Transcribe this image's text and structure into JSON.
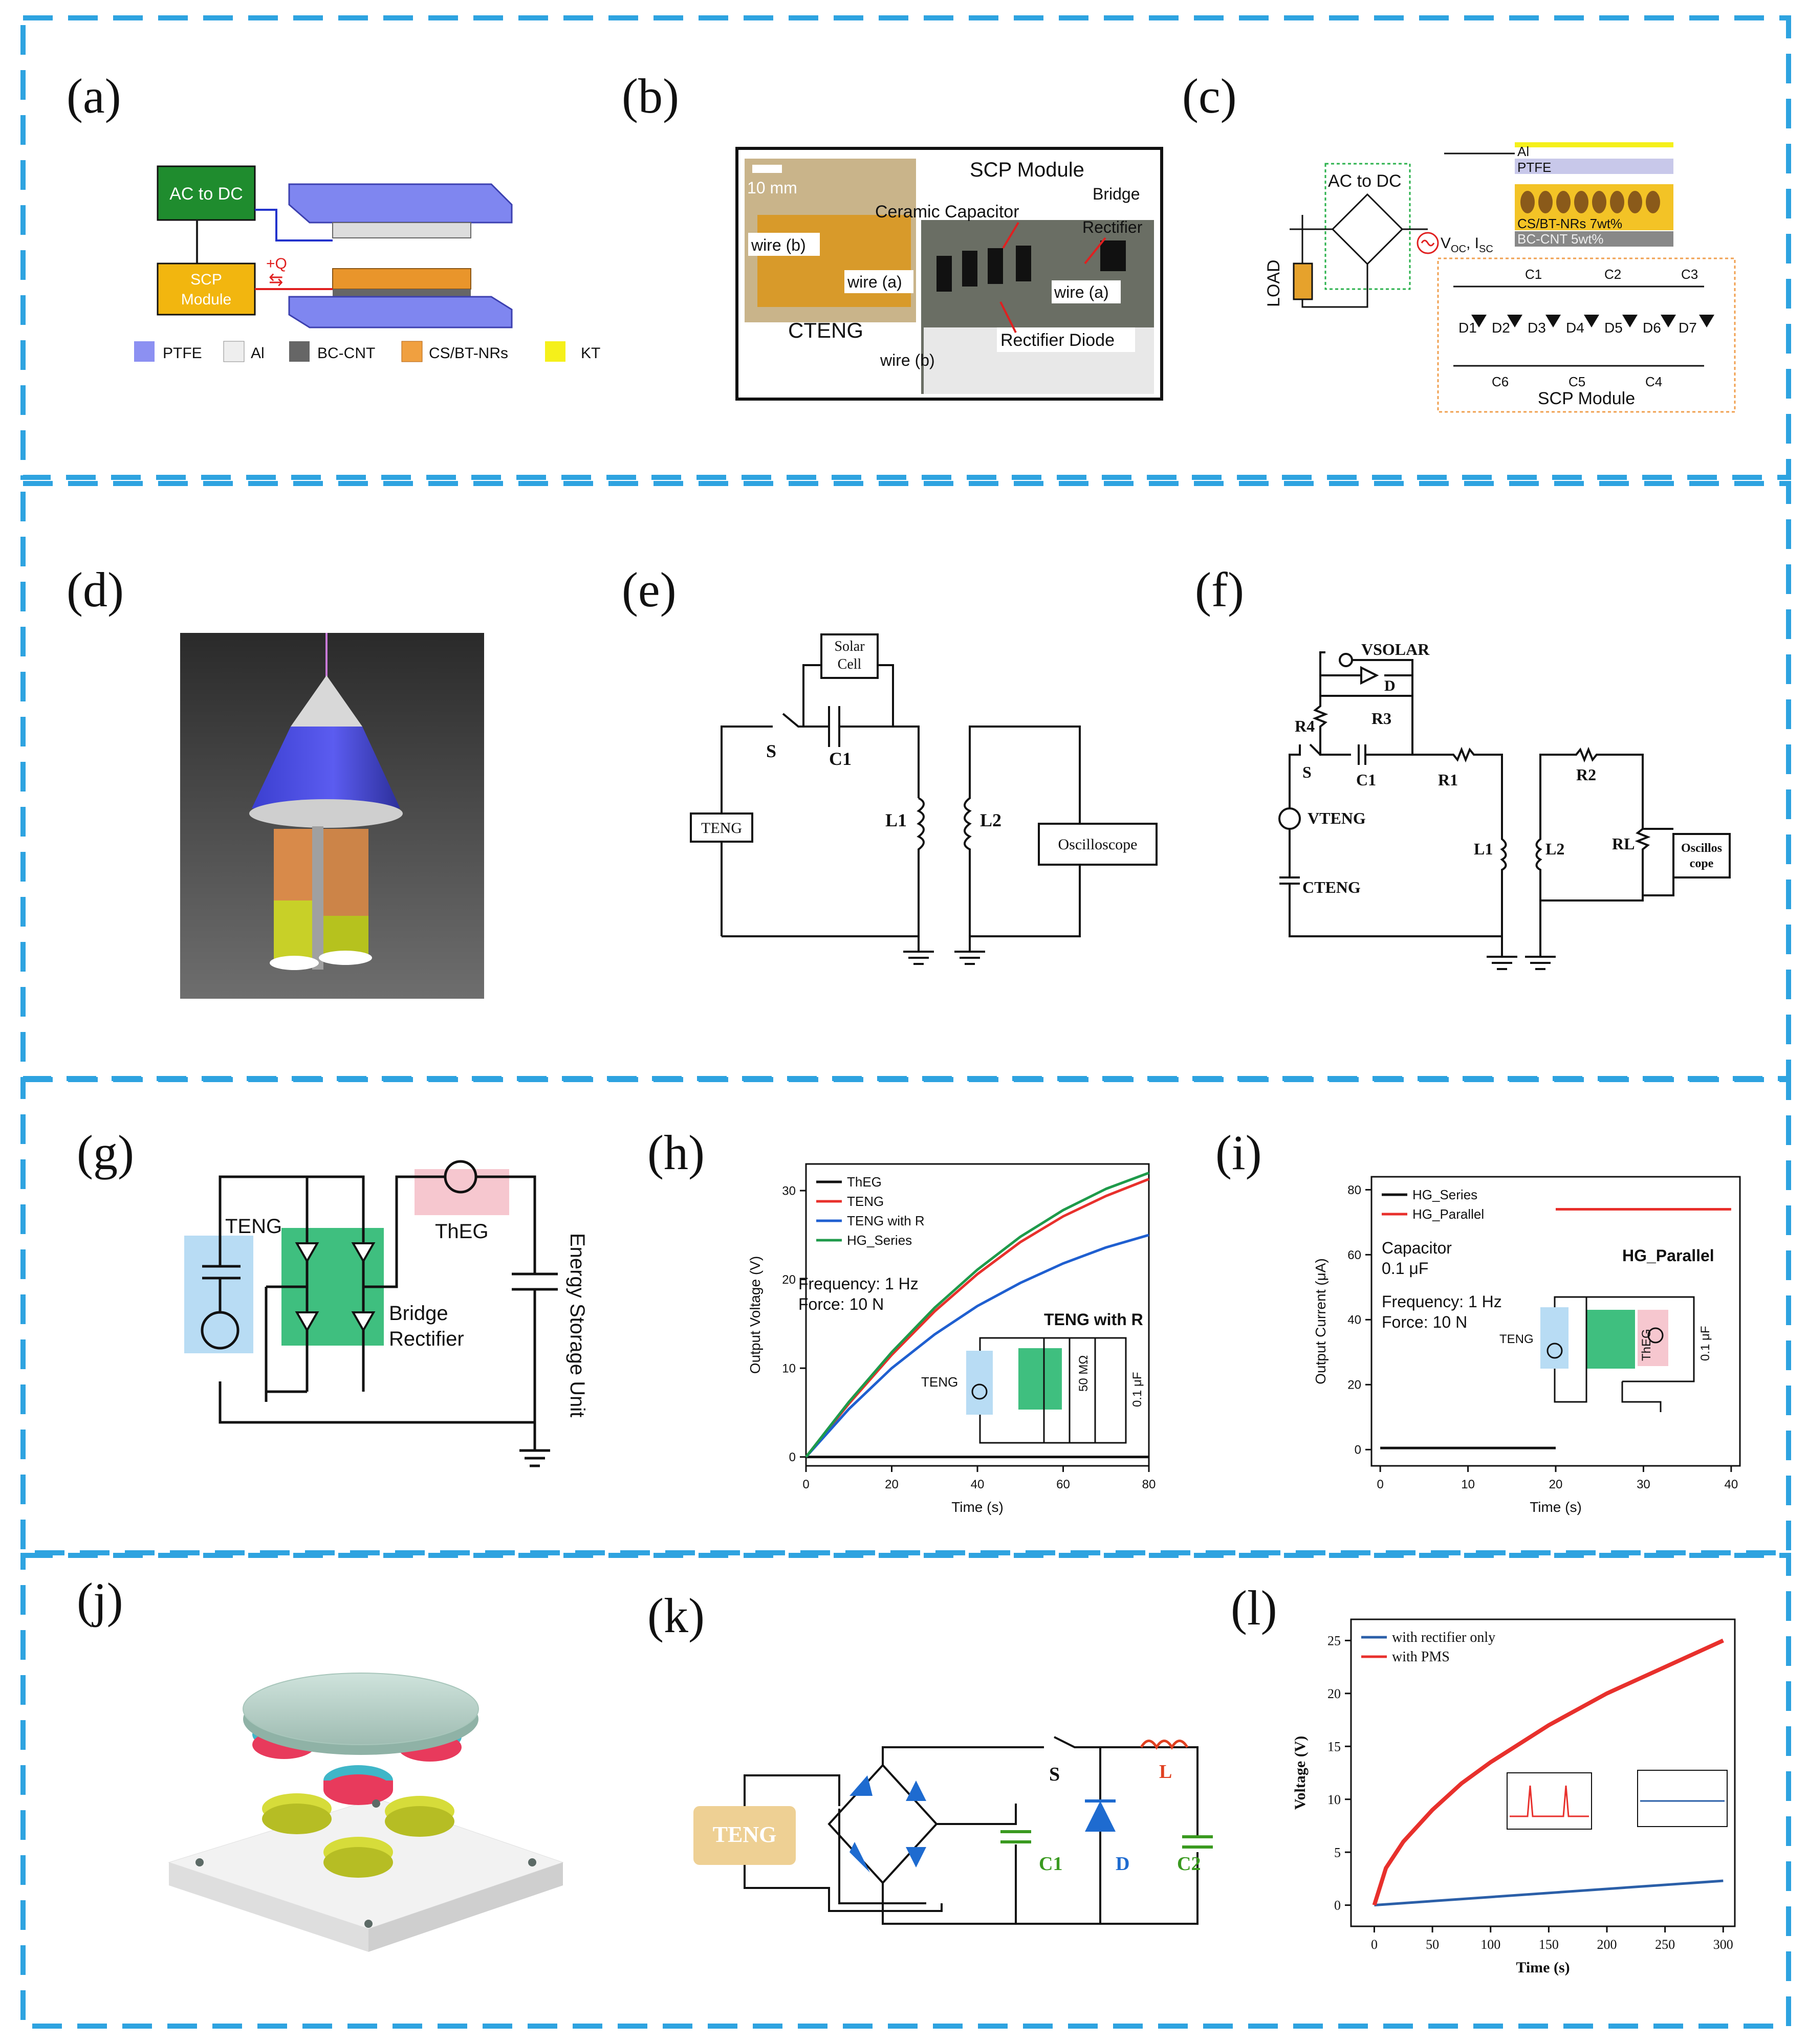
{
  "panels": {
    "a": {
      "label": "(a)",
      "ac_dc": "AC to DC",
      "scp_line1": "SCP",
      "scp_line2": "Module",
      "charge": "+Q",
      "legend": [
        "PTFE",
        "Al",
        "BC-CNT",
        "CS/BT-NRs",
        "KT"
      ]
    },
    "b": {
      "label": "(b)",
      "scale": "10 mm",
      "scp_module": "SCP Module",
      "ceramic": "Ceramic Capacitor",
      "bridge": "Bridge",
      "rectifier": "Rectifier",
      "wire_b1": "wire (b)",
      "wire_a1": "wire (a)",
      "cteng": "CTENG",
      "wire_a2": "wire (a)",
      "wire_b2": "wire (b)",
      "diode": "Rectifier Diode"
    },
    "c": {
      "label": "(c)",
      "ac_dc": "AC to DC",
      "load": "LOAD",
      "voc": "V",
      "voc_sub": "OC",
      "isc": ", I",
      "isc_sub": "SC",
      "al": "Al",
      "ptfe": "PTFE",
      "csbt": "CS/BT-NRs 7wt%",
      "bccnt": "BC-CNT 5wt%",
      "caps_top": [
        "C1",
        "C2",
        "C3"
      ],
      "diodes": [
        "D1",
        "D2",
        "D3",
        "D4",
        "D5",
        "D6",
        "D7"
      ],
      "caps_bottom": [
        "C6",
        "C5",
        "C4"
      ],
      "scp": "SCP Module"
    },
    "d": {
      "label": "(d)"
    },
    "e": {
      "label": "(e)",
      "solar_line1": "Solar",
      "solar_line2": "Cell",
      "s": "S",
      "c1": "C1",
      "teng": "TENG",
      "l1": "L1",
      "l2": "L2",
      "osc": "Oscilloscope"
    },
    "f": {
      "label": "(f)",
      "vsolar": "VSOLAR",
      "d": "D",
      "r3": "R3",
      "r4": "R4",
      "s": "S",
      "c1": "C1",
      "r1": "R1",
      "vteng": "VTENG",
      "l1": "L1",
      "cteng": "CTENG",
      "r2": "R2",
      "l2": "L2",
      "rl": "RL",
      "osc_line1": "Oscillos",
      "osc_line2": "cope"
    },
    "g": {
      "label": "(g)",
      "teng": "TENG",
      "theg": "ThEG",
      "bridge": "Bridge",
      "rectifier": "Rectifier",
      "storage": "Energy Storage Unit"
    },
    "h": {
      "label": "(h)",
      "freq": "Frequency: 1 Hz",
      "force": "Force: 10 N",
      "inset_title": "TENG with R",
      "teng": "TENG",
      "res": "50 MΩ",
      "cap": "0.1 μF"
    },
    "i": {
      "label": "(i)",
      "cap_line1": "Capacitor",
      "cap_line2": "0.1 μF",
      "freq": "Frequency: 1 Hz",
      "force": "Force: 10 N",
      "inset_title": "HG_Parallel",
      "teng": "TENG",
      "theg": "ThEG",
      "cap": "0.1 μF"
    },
    "j": {
      "label": "(j)"
    },
    "k": {
      "label": "(k)",
      "teng": "TENG",
      "s": "S",
      "l": "L",
      "c1": "C1",
      "d": "D",
      "c2": "C2"
    },
    "l": {
      "label": "(l)"
    }
  },
  "chart_data": [
    {
      "type": "line",
      "panel": "h",
      "xlabel": "Time (s)",
      "ylabel": "Output Voltage (V)",
      "xlim": [
        0,
        80
      ],
      "ylim": [
        -1,
        33
      ],
      "xticks": [
        0,
        20,
        40,
        60,
        80
      ],
      "yticks": [
        0,
        10,
        20,
        30
      ],
      "series": [
        {
          "name": "ThEG",
          "color": "#111111",
          "x": [
            0,
            80
          ],
          "y": [
            0,
            0
          ]
        },
        {
          "name": "TENG",
          "color": "#e8302c",
          "x": [
            0,
            10,
            20,
            30,
            40,
            50,
            60,
            70,
            80
          ],
          "y": [
            0,
            6,
            11.5,
            16.4,
            20.6,
            24.2,
            27.1,
            29.4,
            31.3
          ]
        },
        {
          "name": "TENG with R",
          "color": "#1f5fd0",
          "x": [
            0,
            10,
            20,
            30,
            40,
            50,
            60,
            70,
            80
          ],
          "y": [
            0,
            5.4,
            10,
            13.8,
            17,
            19.6,
            21.8,
            23.6,
            25
          ]
        },
        {
          "name": "HG_Series",
          "color": "#1e9a4a",
          "x": [
            0,
            10,
            20,
            30,
            40,
            50,
            60,
            70,
            80
          ],
          "y": [
            0,
            6.2,
            11.8,
            16.8,
            21.1,
            24.8,
            27.8,
            30.2,
            32
          ]
        }
      ]
    },
    {
      "type": "line",
      "panel": "i",
      "xlabel": "Time (s)",
      "ylabel": "Output Current (μA)",
      "xlim": [
        -1,
        41
      ],
      "ylim": [
        -5,
        84
      ],
      "xticks": [
        0,
        10,
        20,
        30,
        40
      ],
      "yticks": [
        0,
        20,
        40,
        60,
        80
      ],
      "series": [
        {
          "name": "HG_Series",
          "color": "#111111",
          "x": [
            0,
            20
          ],
          "y": [
            0.5,
            0.5
          ]
        },
        {
          "name": "HG_Parallel",
          "color": "#e8302c",
          "x": [
            20,
            40
          ],
          "y": [
            74,
            74
          ]
        }
      ]
    },
    {
      "type": "line",
      "panel": "l",
      "xlabel": "Time (s)",
      "ylabel": "Voltage (V)",
      "xlim": [
        -20,
        310
      ],
      "ylim": [
        -2,
        27
      ],
      "xticks": [
        0,
        50,
        100,
        150,
        200,
        250,
        300
      ],
      "yticks": [
        0,
        5,
        10,
        15,
        20,
        25
      ],
      "series": [
        {
          "name": "with rectifier only",
          "color": "#2b5fa8",
          "x": [
            0,
            300
          ],
          "y": [
            0,
            2.3
          ]
        },
        {
          "name": "with PMS",
          "color": "#e8302c",
          "x": [
            0,
            10,
            25,
            50,
            75,
            100,
            150,
            200,
            250,
            300
          ],
          "y": [
            0,
            3.5,
            6,
            9,
            11.5,
            13.5,
            17,
            20,
            22.5,
            25
          ]
        }
      ]
    }
  ]
}
